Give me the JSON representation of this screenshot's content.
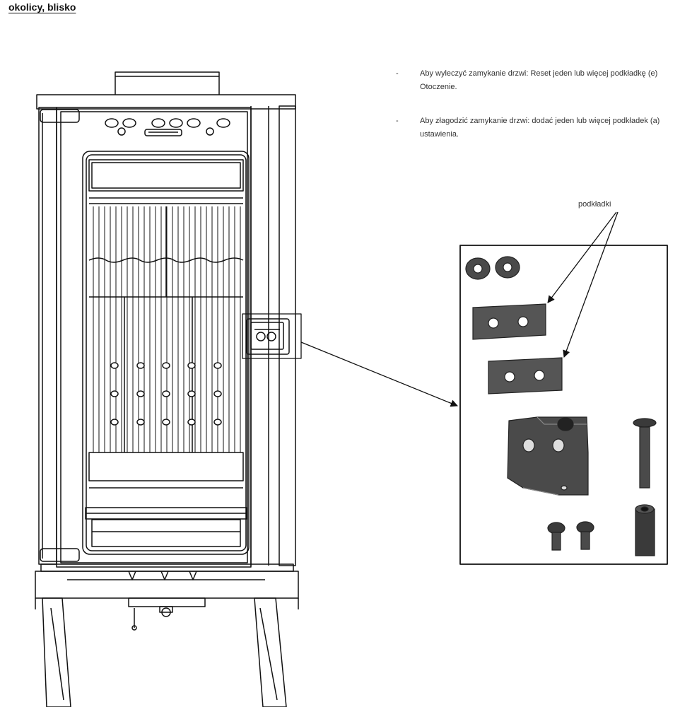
{
  "header": {
    "title": "okolicy, blisko"
  },
  "notes": [
    {
      "bullet": "-",
      "text": "Aby wyleczyć zamykanie drzwi: Reset jeden lub więcej podkładkę (e) Otoczenie."
    },
    {
      "bullet": "-",
      "text": "Aby złagodzić zamykanie drzwi: dodać jeden lub więcej podkładek (a) ustawienia."
    }
  ],
  "callout": {
    "label": "podkładki"
  },
  "colors": {
    "line": "#111111",
    "part_fill": "#555555",
    "part_dark": "#3a3a3a",
    "background": "#ffffff"
  }
}
